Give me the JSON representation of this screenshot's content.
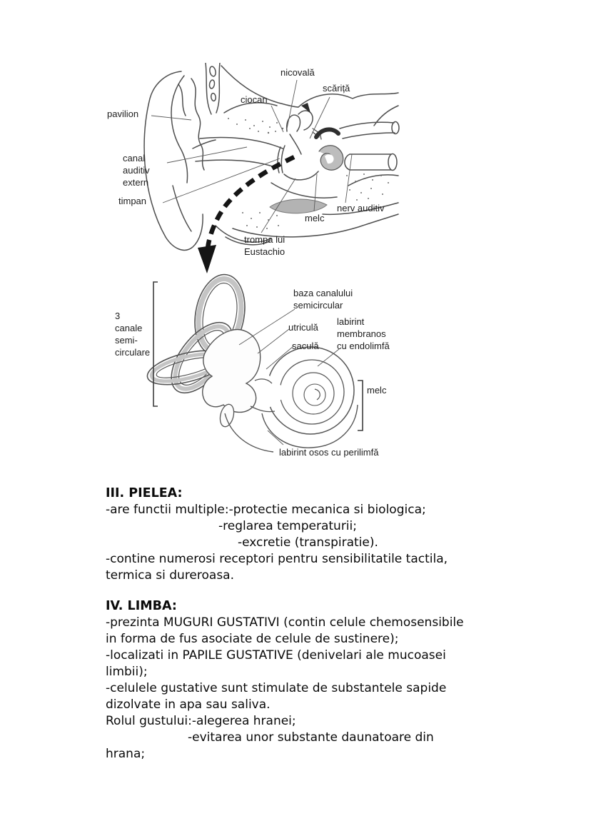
{
  "colors": {
    "ink": "#4e4e4e",
    "label_text": "#1d1d1d",
    "body_text": "#0a0a0a",
    "shade_gray": "#bbbbbb"
  },
  "figure1": {
    "description": "ear cross-section diagram",
    "labels": [
      {
        "id": "pavilion",
        "text": "pavilion"
      },
      {
        "id": "canal-auditiv",
        "text": "canal\nauditiv\nextern"
      },
      {
        "id": "timpan",
        "text": "timpan"
      },
      {
        "id": "ciocan",
        "text": "ciocan"
      },
      {
        "id": "nicovala",
        "text": "nicovală"
      },
      {
        "id": "scarita",
        "text": "scăriță"
      },
      {
        "id": "melc",
        "text": "melc"
      },
      {
        "id": "nerv-auditiv",
        "text": "nerv auditiv"
      },
      {
        "id": "trompa",
        "text": "trompa lui\nEustachio"
      }
    ]
  },
  "figure2": {
    "description": "inner ear labyrinth diagram",
    "labels": [
      {
        "id": "canale-semicirculare",
        "text": "3\ncanale\nsemi-\ncirculare"
      },
      {
        "id": "baza-canalului",
        "text": "baza canalului\nsemicircular"
      },
      {
        "id": "utricula",
        "text": "utriculă"
      },
      {
        "id": "labirint-membranos",
        "text": "labirint\nmembranos\ncu endolimfă"
      },
      {
        "id": "sacula",
        "text": "saculă"
      },
      {
        "id": "melc",
        "text": "melc"
      },
      {
        "id": "labirint-osos",
        "text": "labirint osos cu perilimfă"
      }
    ]
  },
  "sections": [
    {
      "title": "III. PIELEA:",
      "lines": [
        "-are functii multiple:-protectie mecanica si biologica;",
        "-reglarea temperaturii;",
        "-excretie (transpiratie).",
        "-contine numerosi receptori pentru sensibilitatile tactila,",
        "termica si dureroasa."
      ]
    },
    {
      "title": "IV. LIMBA:",
      "lines": [
        "-prezinta MUGURI GUSTATIVI (contin celule chemosensibile",
        "in forma de fus asociate de celule de sustinere);",
        "-localizati in PAPILE GUSTATIVE (denivelari ale mucoasei",
        "limbii);",
        "-celulele gustative sunt stimulate de substantele sapide",
        "dizolvate in apa sau saliva.",
        "Rolul gustului:-alegerea hranei;",
        "-evitarea unor substante daunatoare din",
        "hrana;"
      ]
    }
  ]
}
